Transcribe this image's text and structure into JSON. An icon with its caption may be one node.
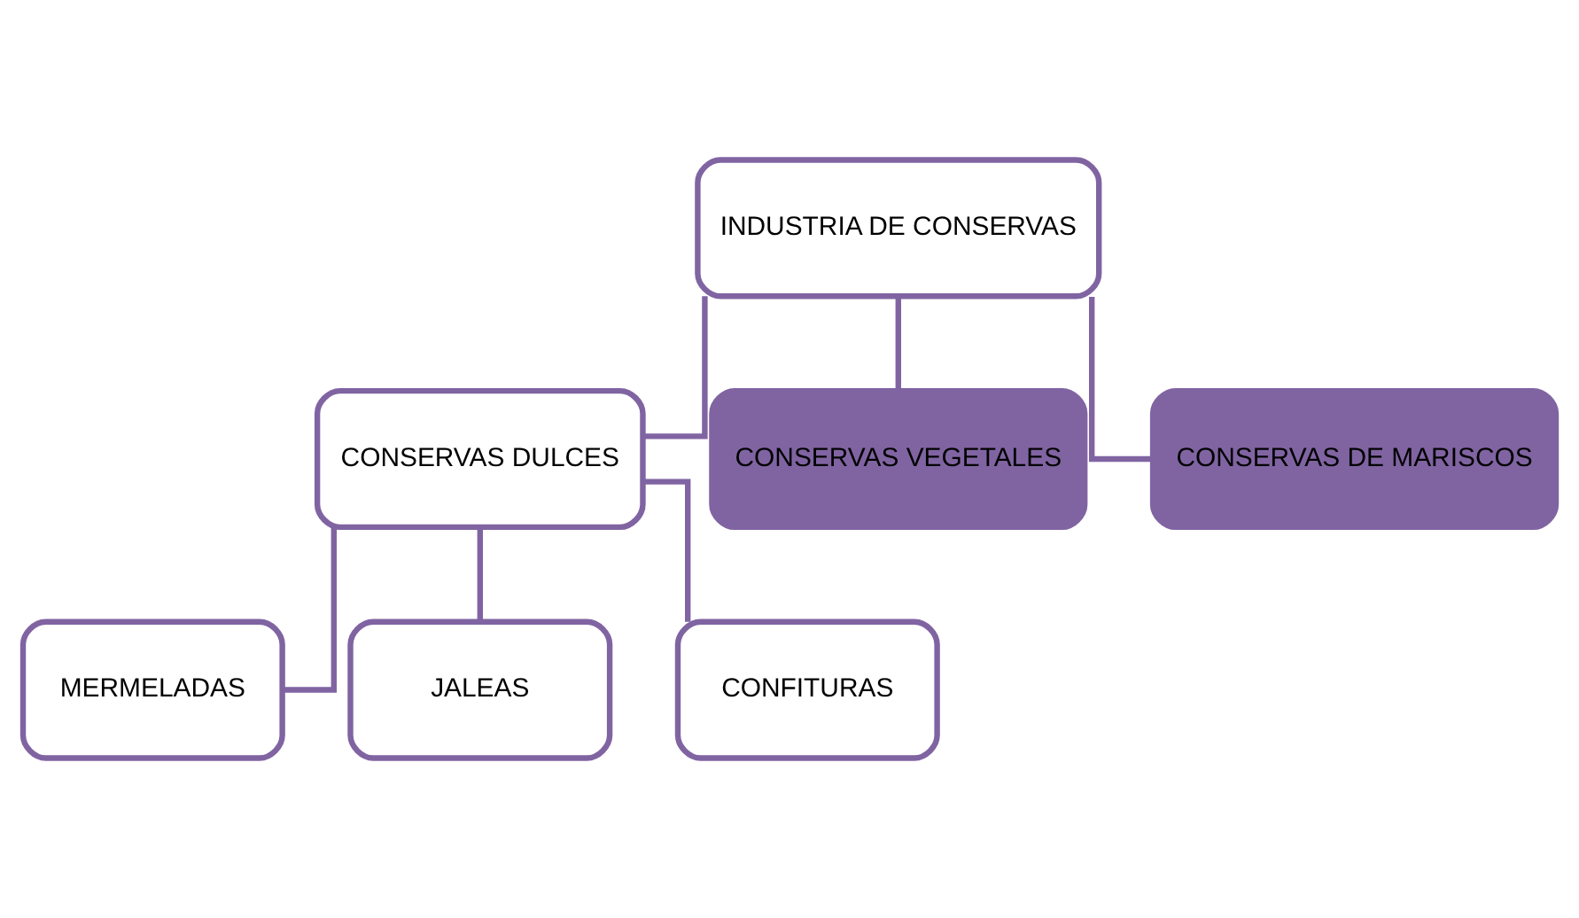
{
  "diagram": {
    "nodes": [
      {
        "text": [
          "INDUSTRIA DE CONSERVAS"
        ]
      },
      {
        "text": [
          "CONSERVAS DULCES"
        ]
      },
      {
        "text": [
          "CONSERVAS VEGETALES"
        ]
      },
      {
        "text": [
          "CONSERVAS DE MARISCOS"
        ]
      },
      {
        "text": [
          "MERMELADAS"
        ]
      },
      {
        "text": [
          "JALEAS"
        ]
      },
      {
        "text": [
          "CONFITURAS"
        ]
      }
    ],
    "edges": [
      {
        "from": 0,
        "to": 1,
        "arrow": "none"
      },
      {
        "from": 0,
        "to": 2,
        "arrow": "none"
      },
      {
        "from": 0,
        "to": 3,
        "arrow": "none"
      },
      {
        "from": 1,
        "to": 4,
        "arrow": "none"
      },
      {
        "from": 1,
        "to": 5,
        "arrow": "none"
      },
      {
        "from": 1,
        "to": 6,
        "arrow": "none"
      }
    ]
  }
}
